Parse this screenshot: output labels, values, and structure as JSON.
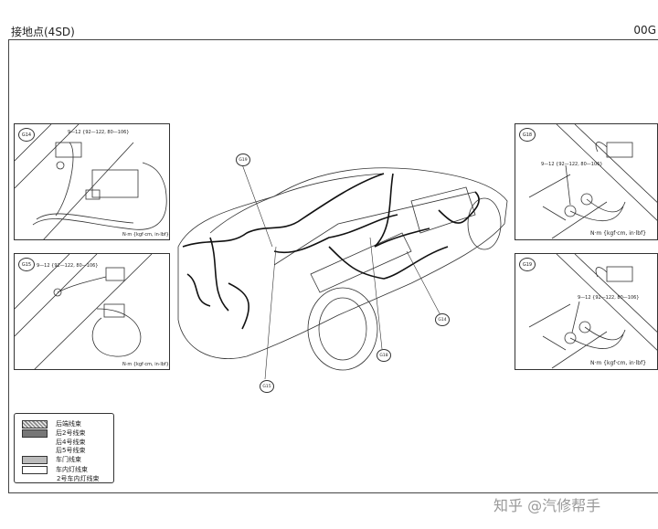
{
  "header": {
    "title": "接地点(4SD)",
    "code": "00G"
  },
  "insets": [
    {
      "id": "G14",
      "torque": "9—12 {92—122, 80—106}",
      "unit": "N·m {kgf·cm, in·lbf}"
    },
    {
      "id": "G15",
      "torque": "9—12 {92—122, 80—106}",
      "unit": "N·m {kgf·cm, in·lbf}"
    },
    {
      "id": "G18",
      "torque": "9—12 {92—122, 80—106}",
      "unit": "N·m {kgf·cm, in·lbf}"
    },
    {
      "id": "G19",
      "torque": "9—12 {92—122, 80—106}",
      "unit": "N·m {kgf·cm, in·lbf}"
    }
  ],
  "callouts": [
    "G19",
    "G15",
    "G18",
    "G14"
  ],
  "legend": [
    "后端线束",
    "后2号线束",
    "后4号线束",
    "后5号线束",
    "车门线束",
    "车内灯线束",
    "2号车内灯线束"
  ],
  "colors": {
    "line": "#333333",
    "dark_swatch": "#777777",
    "grey_swatch": "#bbbbbb"
  },
  "watermark": "知乎 @汽修帮手"
}
